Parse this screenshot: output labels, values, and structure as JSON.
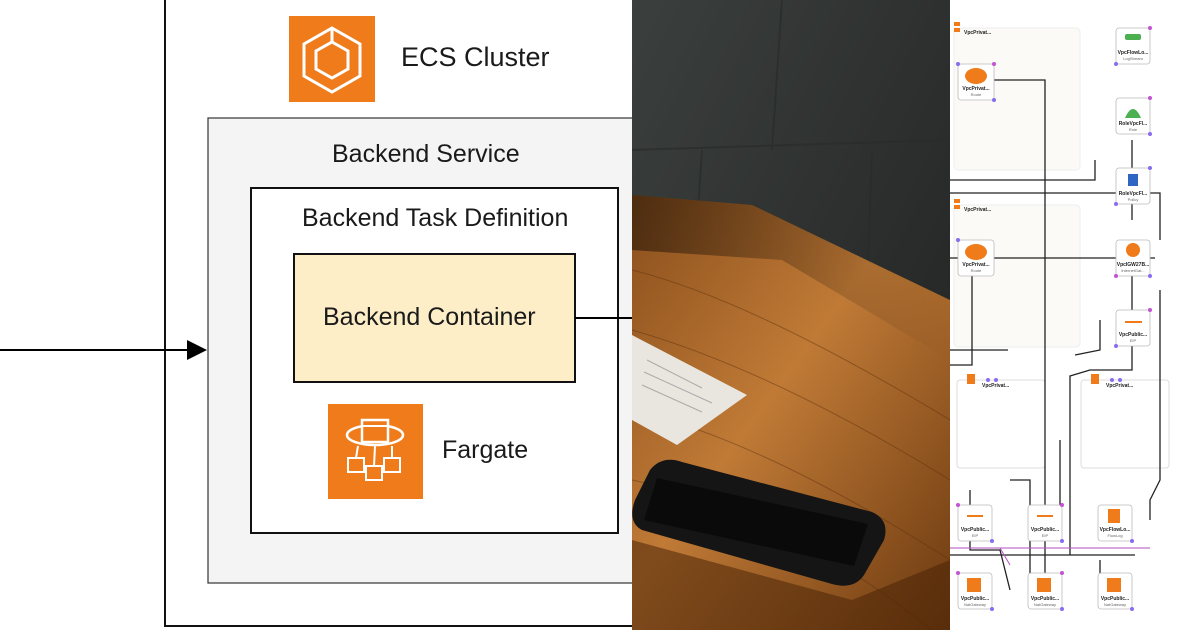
{
  "architecture": {
    "cluster_title": "ECS Cluster",
    "service_title": "Backend Service",
    "task_title": "Backend Task Definition",
    "container_label": "Backend Container",
    "compute_label": "Fargate",
    "colors": {
      "aws_orange": "#ef7b1a",
      "container_fill": "#fdeec8",
      "service_fill": "#f4f4f4"
    },
    "icons": [
      "ecs-icon",
      "fargate-icon"
    ]
  },
  "photo": {
    "description_icons": [
      "wooden-table",
      "smartphone",
      "paper-note"
    ]
  },
  "cdk_graph": {
    "groups": [
      {
        "title": "VpcPrivat..."
      },
      {
        "title": "VpcPrivat..."
      },
      {
        "title": "VpcPrivat..."
      },
      {
        "title": "VpcPrivat..."
      }
    ],
    "nodes": [
      {
        "title": "VpcFlowLo...",
        "subtitle": "LogStream"
      },
      {
        "title": "VpcPrivat...",
        "subtitle": "Route"
      },
      {
        "title": "RoleVpcFl...",
        "subtitle": "Role"
      },
      {
        "title": "RoleVpcFl...",
        "subtitle": "Policy"
      },
      {
        "title": "VpcPrivat...",
        "subtitle": "Route"
      },
      {
        "title": "VpcIGW27B...",
        "subtitle": "InternetGat..."
      },
      {
        "title": "VpcPublic...",
        "subtitle": "EIP"
      },
      {
        "title": "VpcPublic...",
        "subtitle": "EIP"
      },
      {
        "title": "VpcPublic...",
        "subtitle": "EIP"
      },
      {
        "title": "VpcFlowLo...",
        "subtitle": "FlowLog"
      },
      {
        "title": "VpcPublic...",
        "subtitle": "NatGateway"
      },
      {
        "title": "VpcPublic...",
        "subtitle": "NatGateway"
      },
      {
        "title": "VpcPublic...",
        "subtitle": "NatGateway"
      }
    ]
  }
}
